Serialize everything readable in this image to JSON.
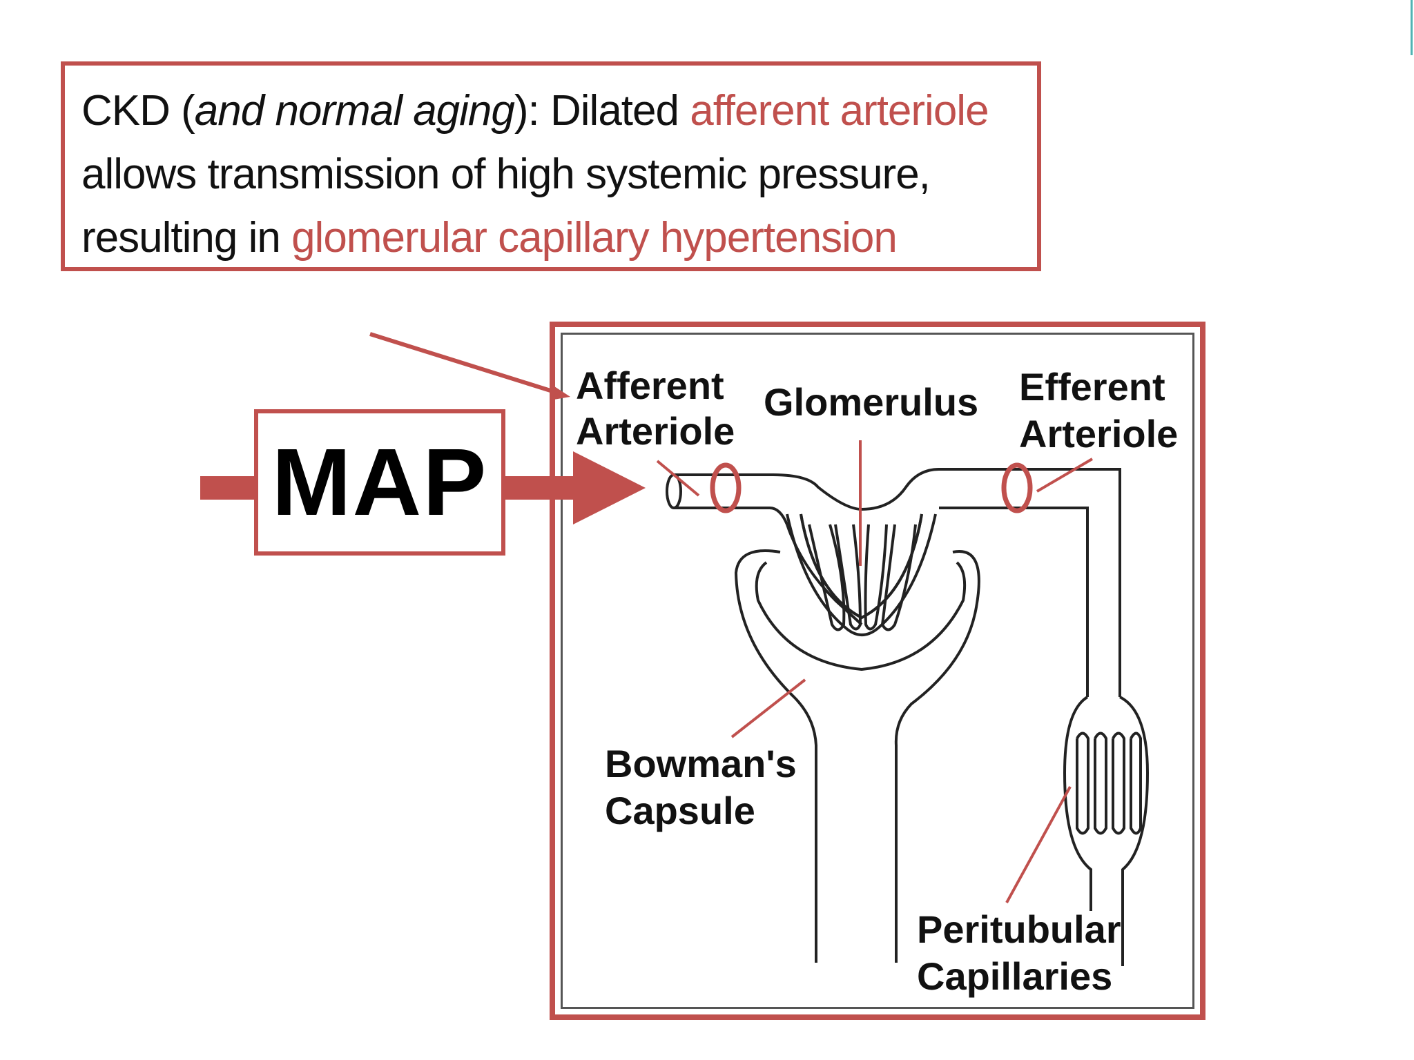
{
  "caption": {
    "ckd": "CKD",
    "paren_open": " (",
    "italic_note": "and normal aging",
    "paren_close": "): ",
    "dilated": "Dilated ",
    "afferent_arteriole": "afferent arteriole",
    "line2": "allows transmission of high systemic pressure,",
    "resulting_in": "resulting in ",
    "glomerular_hypertension": "glomerular capillary hypertension"
  },
  "map_label": "MAP",
  "labels": {
    "afferent_line1": "Afferent",
    "afferent_line2": "Arteriole",
    "glomerulus": "Glomerulus",
    "efferent_line1": "Efferent",
    "efferent_line2": "Arteriole",
    "bowmans_line1": "Bowman's",
    "bowmans_line2": "Capsule",
    "peritubular_line1": "Peritubular",
    "peritubular_line2": "Capillaries"
  },
  "colors": {
    "accent": "#c0504d",
    "text": "#111111",
    "outline": "#222222"
  }
}
